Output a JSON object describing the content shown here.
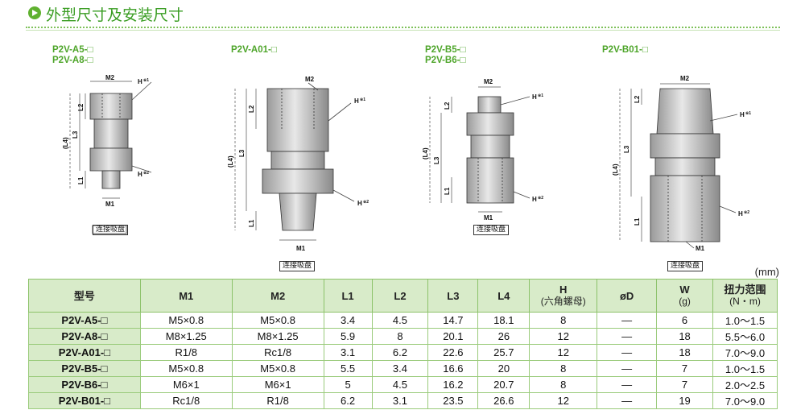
{
  "header": {
    "title": "外型尺寸及安装尺寸",
    "icon": "circle-arrow-icon"
  },
  "drawings": [
    {
      "labels": [
        "P2V-A5-□",
        "P2V-A8-□"
      ],
      "caption": "连接吸盘"
    },
    {
      "labels": [
        "P2V-A01-□"
      ],
      "caption": "连接吸盘"
    },
    {
      "labels": [
        "P2V-B5-□",
        "P2V-B6-□"
      ],
      "caption": "连接吸盘"
    },
    {
      "labels": [
        "P2V-B01-□"
      ],
      "caption": "连接吸盘"
    }
  ],
  "dim_text": {
    "m1": "M1",
    "m2": "M2",
    "l1": "L1",
    "l2": "L2",
    "l3": "L3",
    "l4": "(L4)",
    "h1": "H",
    "h1sup": "※1",
    "h2": "H",
    "h2sup": "※2"
  },
  "unit": "(mm)",
  "table": {
    "headers": {
      "model": "型号",
      "m1": "M1",
      "m2": "M2",
      "l1": "L1",
      "l2": "L2",
      "l3": "L3",
      "l4": "L4",
      "h": "H",
      "h_sub": "(六角螺母)",
      "d": "øD",
      "w": "W",
      "w_sub": "(g)",
      "torque": "扭力范围",
      "torque_sub": "(N・m)"
    },
    "rows": [
      [
        "P2V-A5-□",
        "M5×0.8",
        "M5×0.8",
        "3.4",
        "4.5",
        "14.7",
        "18.1",
        "8",
        "—",
        "6",
        "1.0～1.5"
      ],
      [
        "P2V-A8-□",
        "M8×1.25",
        "M8×1.25",
        "5.9",
        "8",
        "20.1",
        "26",
        "12",
        "—",
        "18",
        "5.5～6.0"
      ],
      [
        "P2V-A01-□",
        "R1/8",
        "Rc1/8",
        "3.1",
        "6.2",
        "22.6",
        "25.7",
        "12",
        "—",
        "18",
        "7.0～9.0"
      ],
      [
        "P2V-B5-□",
        "M5×0.8",
        "M5×0.8",
        "5.5",
        "3.4",
        "16.6",
        "20",
        "8",
        "—",
        "7",
        "1.0～1.5"
      ],
      [
        "P2V-B6-□",
        "M6×1",
        "M6×1",
        "5",
        "4.5",
        "16.2",
        "20.7",
        "8",
        "—",
        "7",
        "2.0～2.5"
      ],
      [
        "P2V-B01-□",
        "Rc1/8",
        "R1/8",
        "6.2",
        "3.1",
        "23.5",
        "26.6",
        "12",
        "—",
        "19",
        "7.0～9.0"
      ]
    ]
  }
}
